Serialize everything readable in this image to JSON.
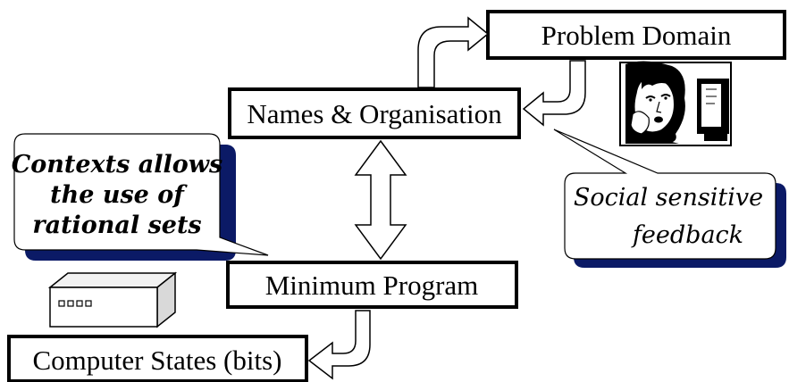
{
  "diagram": {
    "boxes": {
      "problem_domain": "Problem Domain",
      "names_organisation": "Names & Organisation",
      "minimum_program": "Minimum Program",
      "computer_states": "Computer States (bits)"
    },
    "callouts": {
      "contexts": {
        "line1": "Contexts allows",
        "line2": "the use of",
        "line3": "rational sets"
      },
      "social": {
        "line1": "Social sensitive",
        "line2": "feedback"
      }
    },
    "colors": {
      "callout_shadow": "#0b1a66",
      "box_border": "#000000",
      "arrow_fill": "#ffffff"
    },
    "icons": [
      "woman-at-computer-icon",
      "computer-server-icon"
    ]
  }
}
